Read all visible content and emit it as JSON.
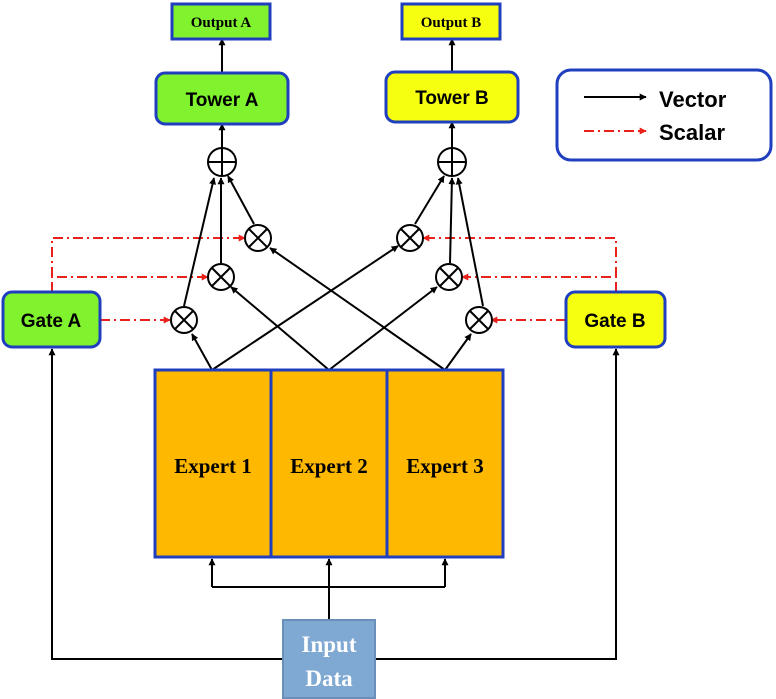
{
  "outputs": {
    "a": "Output A",
    "b": "Output B"
  },
  "towers": {
    "a": "Tower A",
    "b": "Tower B"
  },
  "gates": {
    "a": "Gate A",
    "b": "Gate B"
  },
  "experts": [
    "Expert 1",
    "Expert 2",
    "Expert 3"
  ],
  "input": {
    "line1": "Input",
    "line2": "Data"
  },
  "legend": {
    "vector": "Vector",
    "scalar": "Scalar"
  },
  "colors": {
    "green_fill": "#80F22E",
    "yellow_fill": "#F6FF10",
    "orange_fill": "#FFB800",
    "input_fill": "#7FA8D2",
    "border": "#1F3FBF",
    "vector_line": "#000000",
    "scalar_line": "#E8211A"
  }
}
